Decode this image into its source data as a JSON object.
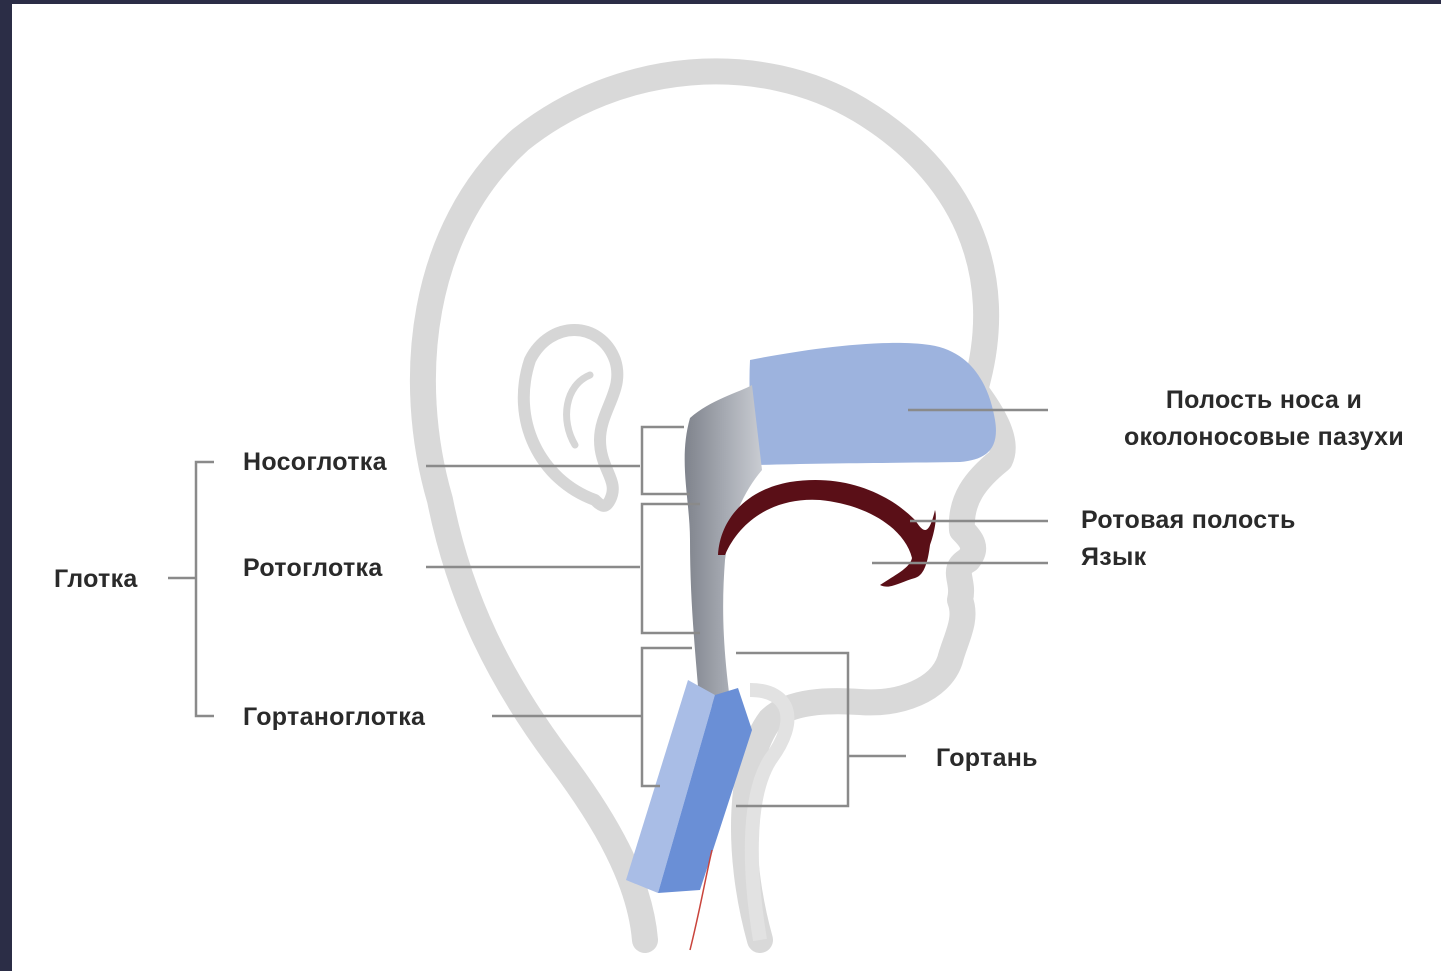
{
  "labels": {
    "pharynx": "Глотка",
    "nasopharynx": "Носоглотка",
    "oropharynx": "Ротоглотка",
    "laryngopharynx": "Гортаноглотка",
    "nasal_cavity_line1": "Полость носа и",
    "nasal_cavity_line2": "околоносовые пазухи",
    "oral_cavity": "Ротовая полость",
    "tongue": "Язык",
    "larynx": "Гортань"
  },
  "colors": {
    "background": "#ffffff",
    "frame": "#2b2d46",
    "head_outline": "#d9d9d9",
    "nasal_cavity": "#9db3de",
    "airway_gray": "#8f939c",
    "tongue": "#5a0f17",
    "trachea_light": "#a9bde6",
    "trachea_dark": "#6a8fd6",
    "leader_line": "#8a8a8a"
  }
}
